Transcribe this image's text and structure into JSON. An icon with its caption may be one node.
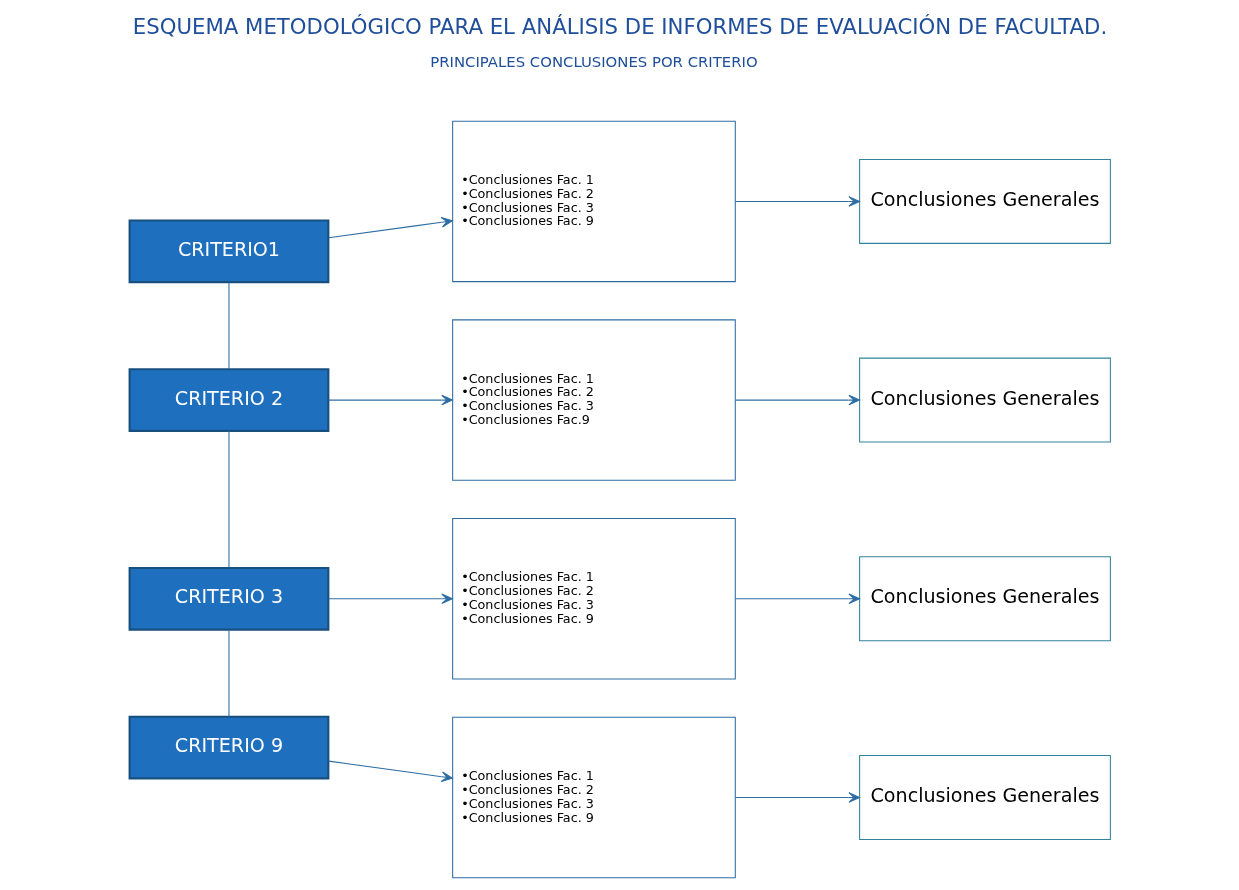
{
  "diagram": {
    "title": "ESQUEMA METODOLÓGICO PARA EL ANÁLISIS DE INFORMES DE EVALUACIÓN DE FACULTAD.",
    "nodes": [
      {
        "text": [
          "CRITERIO1"
        ]
      },
      {
        "text": [
          "•Conclusiones Fac. 1",
          "•Conclusiones Fac. 2",
          "•Conclusiones Fac. 3",
          "•Conclusiones Fac. 9"
        ]
      },
      {
        "text": [
          "Conclusiones Generales"
        ]
      },
      {
        "text": [
          "CRITERIO 2"
        ]
      },
      {
        "text": [
          "•Conclusiones Fac. 1",
          "•Conclusiones Fac. 2",
          "•Conclusiones Fac. 3",
          "•Conclusiones Fac.9"
        ]
      },
      {
        "text": [
          "Conclusiones Generales"
        ]
      },
      {
        "text": [
          "CRITERIO 3"
        ]
      },
      {
        "text": [
          "•Conclusiones Fac. 1",
          "•Conclusiones Fac. 2",
          "•Conclusiones Fac. 3",
          "•Conclusiones Fac. 9"
        ]
      },
      {
        "text": [
          "Conclusiones Generales"
        ]
      },
      {
        "text": [
          "CRITERIO 9"
        ]
      },
      {
        "text": [
          "•Conclusiones Fac. 1",
          "•Conclusiones Fac. 2",
          "•Conclusiones Fac. 3",
          "•Conclusiones Fac. 9"
        ]
      },
      {
        "text": [
          "Conclusiones Generales"
        ]
      }
    ],
    "edges": [
      {
        "from": 0,
        "to": 1,
        "arrow": "to"
      },
      {
        "from": 1,
        "to": 2,
        "arrow": "to"
      },
      {
        "from": 3,
        "to": 4,
        "arrow": "to"
      },
      {
        "from": 4,
        "to": 5,
        "arrow": "to"
      },
      {
        "from": 6,
        "to": 7,
        "arrow": "to"
      },
      {
        "from": 7,
        "to": 8,
        "arrow": "to"
      },
      {
        "from": 9,
        "to": 10,
        "arrow": "to"
      },
      {
        "from": 10,
        "to": 11,
        "arrow": "to"
      },
      {
        "from": 0,
        "to": 3,
        "arrow": "none"
      },
      {
        "from": 3,
        "to": 6,
        "arrow": "none"
      },
      {
        "from": 6,
        "to": 9,
        "arrow": "none"
      }
    ],
    "labels": [
      "PRINCIPALES CONCLUSIONES POR CRITERIO"
    ]
  }
}
